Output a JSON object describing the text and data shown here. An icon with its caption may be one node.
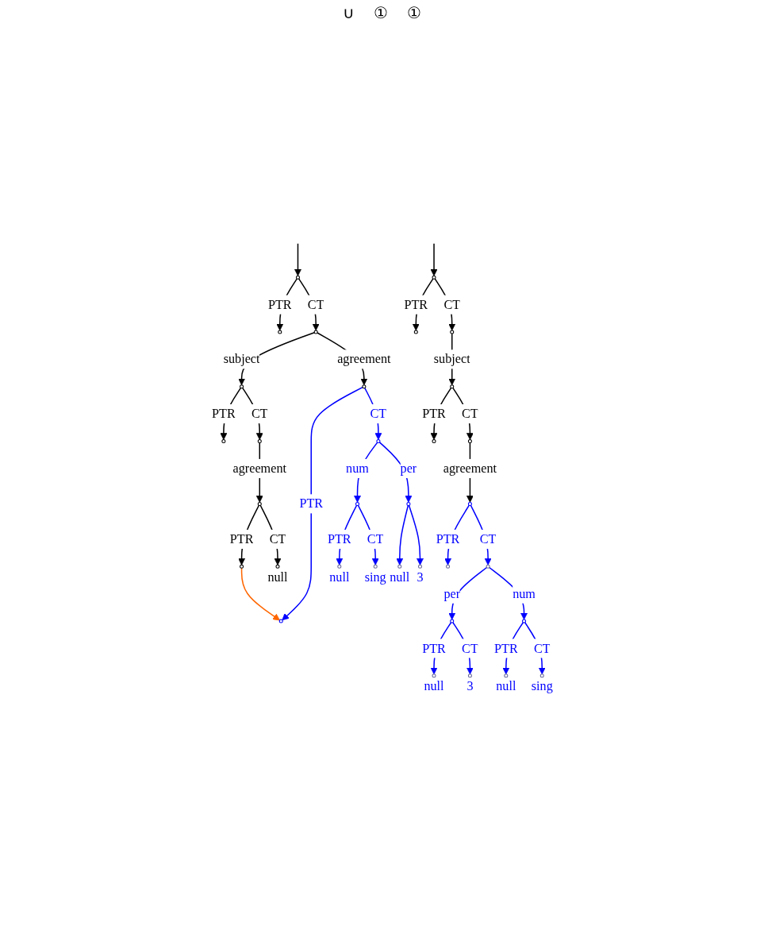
{
  "diagram": {
    "nodes": [
      {
        "text": [],
        "shape": "circle"
      },
      {
        "text": [],
        "shape": "circle"
      },
      {
        "text": [],
        "shape": "circle"
      },
      {
        "text": [],
        "shape": "circle"
      },
      {
        "text": [],
        "shape": "circle"
      },
      {
        "text": [],
        "shape": "circle"
      },
      {
        "text": [],
        "shape": "circle"
      },
      {
        "text": [],
        "shape": "circle"
      },
      {
        "text": [],
        "shape": "circle"
      },
      {
        "text": [],
        "shape": "circle"
      },
      {
        "text": [],
        "shape": "circle"
      },
      {
        "text": [],
        "shape": "circle"
      },
      {
        "text": [],
        "shape": "circle"
      },
      {
        "text": [],
        "shape": "circle",
        "beside": [
          "null"
        ]
      },
      {
        "text": [],
        "shape": "circle",
        "beside": [
          "null"
        ]
      },
      {
        "text": [],
        "shape": "circle",
        "beside": [
          "sing"
        ]
      },
      {
        "text": [],
        "shape": "circle",
        "beside": [
          "null"
        ]
      },
      {
        "text": [],
        "shape": "circle",
        "beside": [
          "3"
        ]
      },
      {
        "text": [],
        "shape": "circle"
      },
      {
        "text": [],
        "shape": "circle"
      },
      {
        "text": [],
        "shape": "circle"
      },
      {
        "text": [],
        "shape": "circle"
      },
      {
        "text": [],
        "shape": "circle"
      },
      {
        "text": [],
        "shape": "circle"
      },
      {
        "text": [],
        "shape": "circle"
      },
      {
        "text": [],
        "shape": "circle"
      },
      {
        "text": [],
        "shape": "circle"
      },
      {
        "text": [],
        "shape": "circle"
      },
      {
        "text": [],
        "shape": "circle"
      },
      {
        "text": [],
        "shape": "circle",
        "beside": [
          "null"
        ]
      },
      {
        "text": [],
        "shape": "circle",
        "beside": [
          "3"
        ]
      },
      {
        "text": [],
        "shape": "circle",
        "beside": [
          "null"
        ]
      },
      {
        "text": [],
        "shape": "circle",
        "beside": [
          "sing"
        ]
      }
    ],
    "edges": [
      {
        "from": null,
        "to": 0,
        "arrow": "to"
      },
      {
        "from": 0,
        "to": 1,
        "arrow": "to",
        "label": "PTR"
      },
      {
        "from": 0,
        "to": 2,
        "arrow": "to",
        "label": "CT"
      },
      {
        "from": 2,
        "to": 3,
        "arrow": "to",
        "label": "subject"
      },
      {
        "from": 2,
        "to": 4,
        "arrow": "to",
        "label": "agreement"
      },
      {
        "from": 3,
        "to": 5,
        "arrow": "to",
        "label": "PTR"
      },
      {
        "from": 3,
        "to": 6,
        "arrow": "to",
        "label": "CT"
      },
      {
        "from": 4,
        "to": 7,
        "arrow": "to",
        "label": "PTR",
        "color": "#0000ff"
      },
      {
        "from": 4,
        "to": 8,
        "arrow": "to",
        "label": "CT",
        "color": "#0000ff"
      },
      {
        "from": 6,
        "to": 9,
        "arrow": "to",
        "label": "agreement"
      },
      {
        "from": 8,
        "to": 10,
        "arrow": "to",
        "label": "num",
        "color": "#0000ff"
      },
      {
        "from": 8,
        "to": 11,
        "arrow": "to",
        "label": "per",
        "color": "#0000ff"
      },
      {
        "from": 9,
        "to": 12,
        "arrow": "to",
        "label": "PTR"
      },
      {
        "from": 9,
        "to": 13,
        "arrow": "to",
        "label": "CT"
      },
      {
        "from": 10,
        "to": 14,
        "arrow": "to",
        "label": "PTR",
        "color": "#0000ff"
      },
      {
        "from": 10,
        "to": 15,
        "arrow": "to",
        "label": "CT",
        "color": "#0000ff"
      },
      {
        "from": 11,
        "to": 16,
        "arrow": "to",
        "color": "#0000ff"
      },
      {
        "from": 11,
        "to": 17,
        "arrow": "to",
        "color": "#0000ff"
      },
      {
        "from": 12,
        "to": 7,
        "arrow": "to",
        "color": "#ff6600"
      },
      {
        "from": null,
        "to": 18,
        "arrow": "to"
      },
      {
        "from": 18,
        "to": 19,
        "arrow": "to",
        "label": "PTR"
      },
      {
        "from": 18,
        "to": 20,
        "arrow": "to",
        "label": "CT"
      },
      {
        "from": 20,
        "to": 21,
        "arrow": "to",
        "label": "subject"
      },
      {
        "from": 21,
        "to": 22,
        "arrow": "to",
        "label": "PTR"
      },
      {
        "from": 21,
        "to": 23,
        "arrow": "to",
        "label": "CT"
      },
      {
        "from": 23,
        "to": 24,
        "arrow": "to",
        "label": "agreement"
      },
      {
        "from": 24,
        "to": 25,
        "arrow": "to",
        "label": "PTR",
        "color": "#0000ff"
      },
      {
        "from": 24,
        "to": 26,
        "arrow": "to",
        "label": "CT",
        "color": "#0000ff"
      },
      {
        "from": 26,
        "to": 27,
        "arrow": "to",
        "label": "per",
        "color": "#0000ff"
      },
      {
        "from": 26,
        "to": 28,
        "arrow": "to",
        "label": "num",
        "color": "#0000ff"
      },
      {
        "from": 27,
        "to": 29,
        "arrow": "to",
        "label": "PTR",
        "color": "#0000ff"
      },
      {
        "from": 27,
        "to": 30,
        "arrow": "to",
        "label": "CT",
        "color": "#0000ff"
      },
      {
        "from": 28,
        "to": 31,
        "arrow": "to",
        "label": "PTR",
        "color": "#0000ff"
      },
      {
        "from": 28,
        "to": 32,
        "arrow": "to",
        "label": "CT",
        "color": "#0000ff"
      }
    ],
    "labels": [
      "∪",
      "①",
      "①"
    ]
  }
}
